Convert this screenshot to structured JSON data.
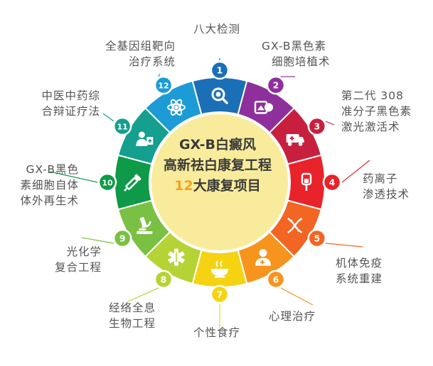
{
  "center": {
    "line1": "GX-B白癜风",
    "line2": "高新祛白康复工程",
    "line3_num": "12",
    "line3_text": "大康复项目",
    "bg_color": "#f8ec9c",
    "accent_color": "#f4a21a"
  },
  "segments": [
    {
      "num": "1",
      "color": "#1b6fb7",
      "icon": "magnifier-face-icon",
      "lines": [
        "八大检测"
      ]
    },
    {
      "num": "2",
      "color": "#8e2f9c",
      "icon": "microscope-slide-icon",
      "lines": [
        "GX-B黑色素",
        "细胞培植术"
      ]
    },
    {
      "num": "3",
      "color": "#c81f3f",
      "icon": "ambulance-icon",
      "lines": [
        "第二代 308",
        "准分子黑色素",
        "激光激活术"
      ]
    },
    {
      "num": "4",
      "color": "#e8232a",
      "icon": "iv-drip-icon",
      "lines": [
        "药离子",
        "渗透技术"
      ]
    },
    {
      "num": "5",
      "color": "#f26522",
      "icon": "dna-icon",
      "lines": [
        "机体免疫",
        "系统重建"
      ]
    },
    {
      "num": "6",
      "color": "#f7941d",
      "icon": "doctor-icon",
      "lines": [
        "心理治疗"
      ]
    },
    {
      "num": "7",
      "color": "#f6d312",
      "icon": "food-bowl-icon",
      "lines": [
        "个性食疗"
      ]
    },
    {
      "num": "8",
      "color": "#b5d334",
      "icon": "medical-star-icon",
      "lines": [
        "经络全息",
        "生物工程"
      ]
    },
    {
      "num": "9",
      "color": "#7ac143",
      "icon": "microscope-icon",
      "lines": [
        "光化学",
        "复合工程"
      ]
    },
    {
      "num": "10",
      "color": "#0e9a48",
      "icon": "dropper-icon",
      "lines": [
        "GX-B黑色",
        "素细胞自体",
        "体外再生术"
      ]
    },
    {
      "num": "11",
      "color": "#149f8f",
      "icon": "medical-staff-icon",
      "lines": [
        "中医中药综",
        "合辩证疗法"
      ]
    },
    {
      "num": "12",
      "color": "#1c9bd7",
      "icon": "atom-icon",
      "lines": [
        "全基因组靶向",
        "治疗系统"
      ]
    }
  ]
}
